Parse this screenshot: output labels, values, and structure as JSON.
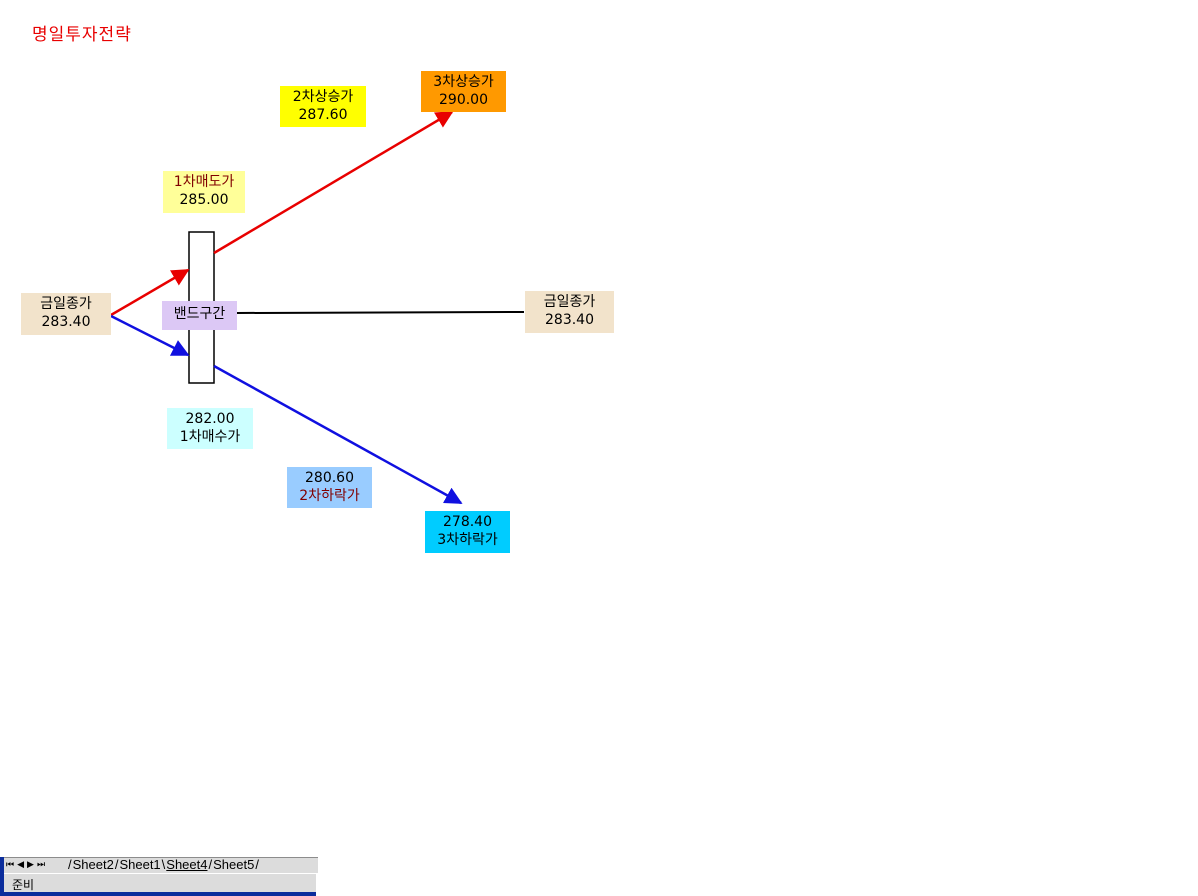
{
  "title": "명일투자전략",
  "colors": {
    "title": "#e80000",
    "rise_line": "#e80000",
    "fall_line": "#1010e0",
    "close_line": "#000000",
    "close_box": "#f2e3cb",
    "sell_1_box": "#ffff99",
    "rise_2_box": "#ffff00",
    "rise_3_box": "#ff9900",
    "band_box": "#dcc8f5",
    "buy_1_box": "#ccffff",
    "fall_2_box": "#99ccff",
    "fall_3_box": "#00ccff",
    "taskbar_strip": "#0b2d9c"
  },
  "today_close_left": {
    "label": "금일종가",
    "value": "283.40"
  },
  "today_close_right": {
    "label": "금일종가",
    "value": "283.40"
  },
  "sell_1": {
    "label": "1차매도가",
    "value": "285.00"
  },
  "rise_2": {
    "label": "2차상승가",
    "value": "287.60"
  },
  "rise_3": {
    "label": "3차상승가",
    "value": "290.00"
  },
  "band": {
    "label": "밴드구간"
  },
  "buy_1": {
    "value": "282.00",
    "label": "1차매수가"
  },
  "fall_2": {
    "value": "280.60",
    "label": "2차하락가"
  },
  "fall_3": {
    "value": "278.40",
    "label": "3차하락가"
  },
  "sheet_nav": {
    "first_icon": "first-sheet-icon",
    "prev_icon": "prev-sheet-icon",
    "next_icon": "next-sheet-icon",
    "last_icon": "last-sheet-icon",
    "glyphs": "⏮◀▶⏭"
  },
  "sheet_tabs": [
    {
      "label": "Sheet2",
      "active": false
    },
    {
      "label": "Sheet1",
      "active": false
    },
    {
      "label": "Sheet4",
      "active": true
    },
    {
      "label": "Sheet5",
      "active": false
    }
  ],
  "status": {
    "text": "준비"
  }
}
